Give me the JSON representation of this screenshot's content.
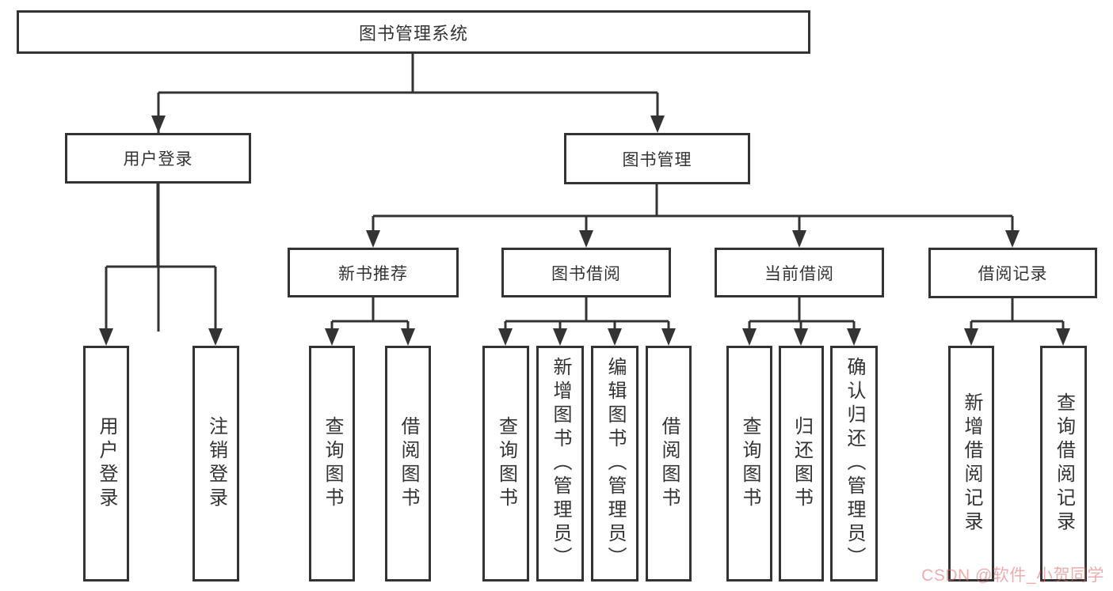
{
  "colors": {
    "line": "#333333",
    "box_border": "#333333",
    "text": "#333333",
    "watermark": "#db6a6a",
    "background": "#ffffff"
  },
  "watermark": "CSDN @软件_小贺同学",
  "tree": {
    "root": {
      "label": "图书管理系统",
      "children": [
        {
          "label": "用户登录",
          "children": [
            {
              "label": "用户登录"
            },
            {
              "label": "注销登录"
            }
          ]
        },
        {
          "label": "图书管理",
          "children": [
            {
              "label": "新书推荐",
              "children": [
                {
                  "label": "查询图书"
                },
                {
                  "label": "借阅图书"
                }
              ]
            },
            {
              "label": "图书借阅",
              "children": [
                {
                  "label": "查询图书"
                },
                {
                  "label": "新增图书（管理员）"
                },
                {
                  "label": "编辑图书（管理员）"
                },
                {
                  "label": "借阅图书"
                }
              ]
            },
            {
              "label": "当前借阅",
              "children": [
                {
                  "label": "查询图书"
                },
                {
                  "label": "归还图书"
                },
                {
                  "label": "确认归还（管理员）"
                }
              ]
            },
            {
              "label": "借阅记录",
              "children": [
                {
                  "label": "新增借阅记录"
                },
                {
                  "label": "查询借阅记录"
                }
              ]
            }
          ]
        }
      ]
    }
  }
}
